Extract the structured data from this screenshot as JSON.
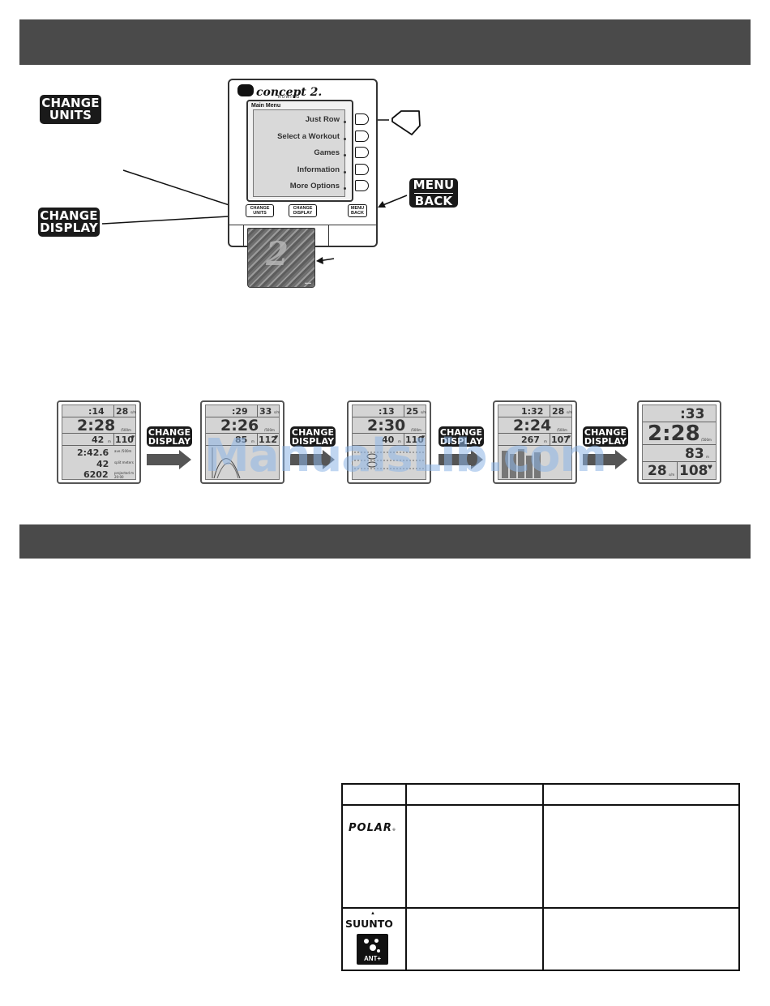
{
  "buttons": {
    "change_units": [
      "CHANGE",
      "UNITS"
    ],
    "change_display": [
      "CHANGE",
      "DISPLAY"
    ],
    "menu_back": [
      "MENU",
      "BACK"
    ]
  },
  "monitor": {
    "brand": "concept 2.",
    "brand_sub": "ROWING",
    "menu_title": "Main Menu",
    "menu_items": [
      "Just Row",
      "Select a Workout",
      "Games",
      "Information",
      "More Options"
    ],
    "btn_change_units": [
      "CHANGE",
      "UNITS"
    ],
    "btn_change_display": [
      "CHANGE",
      "DISPLAY"
    ],
    "btn_menu_back": [
      "MENU",
      "BACK"
    ]
  },
  "screens": [
    {
      "time": ":14",
      "rate": "28",
      "rate_unit": "s/m",
      "pace": "2:28",
      "pace_unit": "/500m",
      "meters": "42",
      "meters_unit": "m",
      "hr": "110",
      "extra": [
        {
          "value": "2:42.6",
          "label": "ave /500m"
        },
        {
          "value": "42",
          "label": "split meters"
        },
        {
          "value": "6202",
          "label": "projected m 20:00"
        }
      ]
    },
    {
      "time": ":29",
      "rate": "33",
      "rate_unit": "s/m",
      "pace": "2:26",
      "pace_unit": "/500m",
      "meters": "85",
      "meters_unit": "m",
      "hr": "112"
    },
    {
      "time": ":13",
      "rate": "25",
      "rate_unit": "s/m",
      "pace": "2:30",
      "pace_unit": "/500m",
      "meters": "40",
      "meters_unit": "m",
      "hr": "110"
    },
    {
      "time": "1:32",
      "rate": "28",
      "rate_unit": "s/m",
      "pace": "2:24",
      "pace_unit": "/500m",
      "meters": "267",
      "meters_unit": "m",
      "hr": "107"
    },
    {
      "time": ":33",
      "pace": "2:28",
      "pace_unit": "/500m",
      "meters": "83",
      "meters_unit": "m",
      "rate": "28",
      "rate_unit": "s/m",
      "hr": "108"
    }
  ],
  "arrow_labels": [
    "CHANGE",
    "DISPLAY"
  ],
  "watermark": "ManualsLib.com",
  "table": {
    "brands": {
      "polar": "POLAR",
      "suunto": "SUUNTO",
      "ant": "ANT+"
    }
  }
}
